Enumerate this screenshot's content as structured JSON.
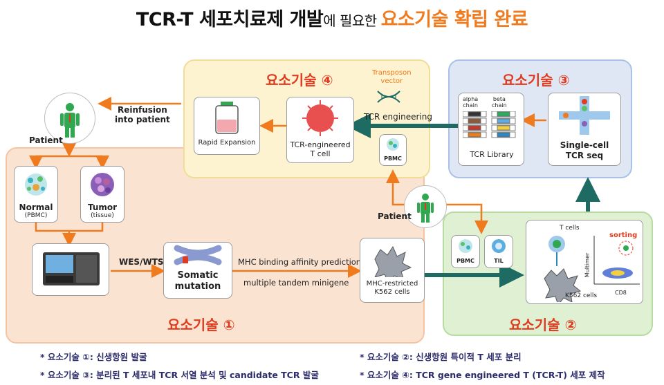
{
  "title": {
    "part1": "TCR-T 세포치료제 개발",
    "part2": "에 필요한 ",
    "part3": "요소기술 확립 완료"
  },
  "panel1": {
    "title": "요소기술 ①",
    "normal": "Normal",
    "normal_sub": "(PBMC)",
    "tumor": "Tumor",
    "tumor_sub": "(tissue)",
    "wes": "WES/WTS",
    "somatic": "Somatic\nmutation",
    "mhc_pred": "MHC binding affinity prediction",
    "minigene": "multiple tandem minigene",
    "mhc_cells": "MHC-restricted\nK562 cells"
  },
  "panel2": {
    "title": "요소기술 ②",
    "pbmc": "PBMC",
    "til": "TIL",
    "tcells": "T cells",
    "sorting": "sorting",
    "multimer": "Multimer",
    "cd8": "CD8",
    "k562": "K562 cells"
  },
  "panel3": {
    "title": "요소기술 ③",
    "alpha": "alpha\nchain",
    "beta": "beta\nchain",
    "library": "TCR Library",
    "singlecell": "Single-cell\nTCR seq"
  },
  "panel4": {
    "title": "요소기술 ④",
    "transposon": "Transposon\nvector",
    "engineering": "TCR engineering",
    "pbmc": "PBMC",
    "tcr_t": "TCR-engineered\nT cell",
    "rapid": "Rapid Expansion"
  },
  "patient_top": "Patient",
  "patient_mid": "Patient",
  "reinfusion": "Reinfusion\ninto patient",
  "footnotes": {
    "f1_a": "* 요소기술 ①",
    "f1_b": ": 신생항원 발굴",
    "f2_a": "* 요소기술 ②",
    "f2_b": ": 신생항원 특이적 T 세포 분리",
    "f3_a": "* 요소기술 ③",
    "f3_b": ": 분리된 T 세포내 TCR 서열 분석 및 candidate TCR 발굴",
    "f4_a": "* 요소기술 ④",
    "f4_b": ": TCR gene engineered T (TCR-T) 세포 제작"
  },
  "colors": {
    "accent_orange": "#f07a1e",
    "title_red": "#e03b1e",
    "teal_arrow": "#1d6b63",
    "panel1_bg": "#fbe3d2",
    "panel2_bg": "#dff0d3",
    "panel3_bg": "#dfe7f5",
    "panel4_bg": "#fdf3d1"
  }
}
